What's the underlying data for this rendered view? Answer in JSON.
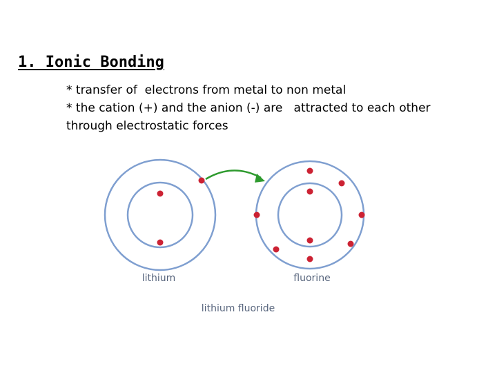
{
  "heading": "1. Ionic Bonding",
  "points": [
    "* transfer of  electrons from metal to non metal",
    "* the cation (+) and the anion (-) are   attracted to each other",
    "through electrostatic forces"
  ],
  "diagram": {
    "lithium_label": "lithium",
    "fluorine_label": "fluorine",
    "caption": "lithium fluoride",
    "lithium_electrons": 3,
    "fluorine_electrons": 9,
    "colors": {
      "shell": "#7f9fd0",
      "electron": "#cc2233",
      "arrow": "#2e9a2e",
      "label": "#3a4a66"
    }
  }
}
